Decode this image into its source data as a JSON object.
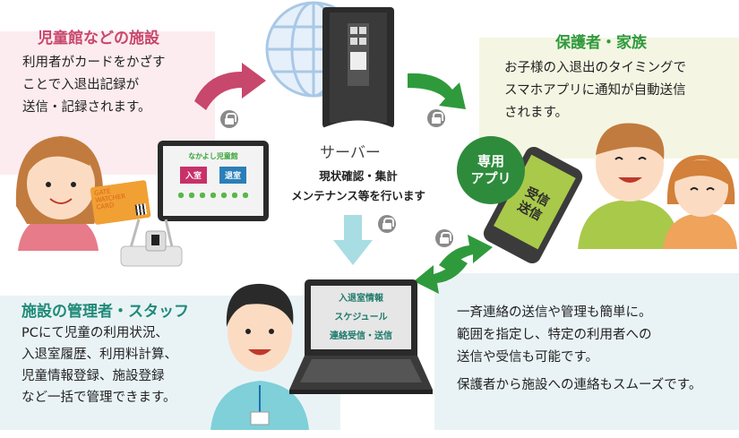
{
  "facility": {
    "title": "児童館などの施設",
    "lines": [
      "利用者がカードをかざす",
      "ことで入退出記録が",
      "送信・記録されます。"
    ],
    "card_text": [
      "GATE",
      "WATCHER",
      "CARD"
    ],
    "tablet": {
      "name": "なかよし児童館",
      "enter": "入室",
      "exit": "退室"
    }
  },
  "server": {
    "label": "サーバー",
    "lines": [
      "現状確認・集計",
      "メンテナンス等を行います"
    ]
  },
  "family": {
    "title": "保護者・家族",
    "lines": [
      "お子様の入退出のタイミングで",
      "スマホアプリに通知が自動送信",
      "されます。"
    ],
    "app_badge": [
      "専用",
      "アプリ"
    ],
    "phone_text": [
      "受信",
      "送信"
    ]
  },
  "staff": {
    "title": "施設の管理者・スタッフ",
    "lines": [
      "PCにて児童の利用状況、",
      "入退室履歴、利用料計算、",
      "児童情報登録、施設登録",
      "など一括で管理できます。"
    ],
    "laptop_lines": [
      "入退室情報",
      "スケジュール",
      "連絡受信・送信"
    ]
  },
  "messaging": {
    "lines": [
      "一斉連絡の送信や管理も簡単に。",
      "範囲を指定し、特定の利用者への",
      "送信や受信も可能です。",
      "保護者から施設への連絡もスムーズです。"
    ]
  },
  "colors": {
    "pink": "#c8476c",
    "green": "#2f9a3c",
    "teal": "#1f8a78",
    "server": "#2b2b2b"
  }
}
